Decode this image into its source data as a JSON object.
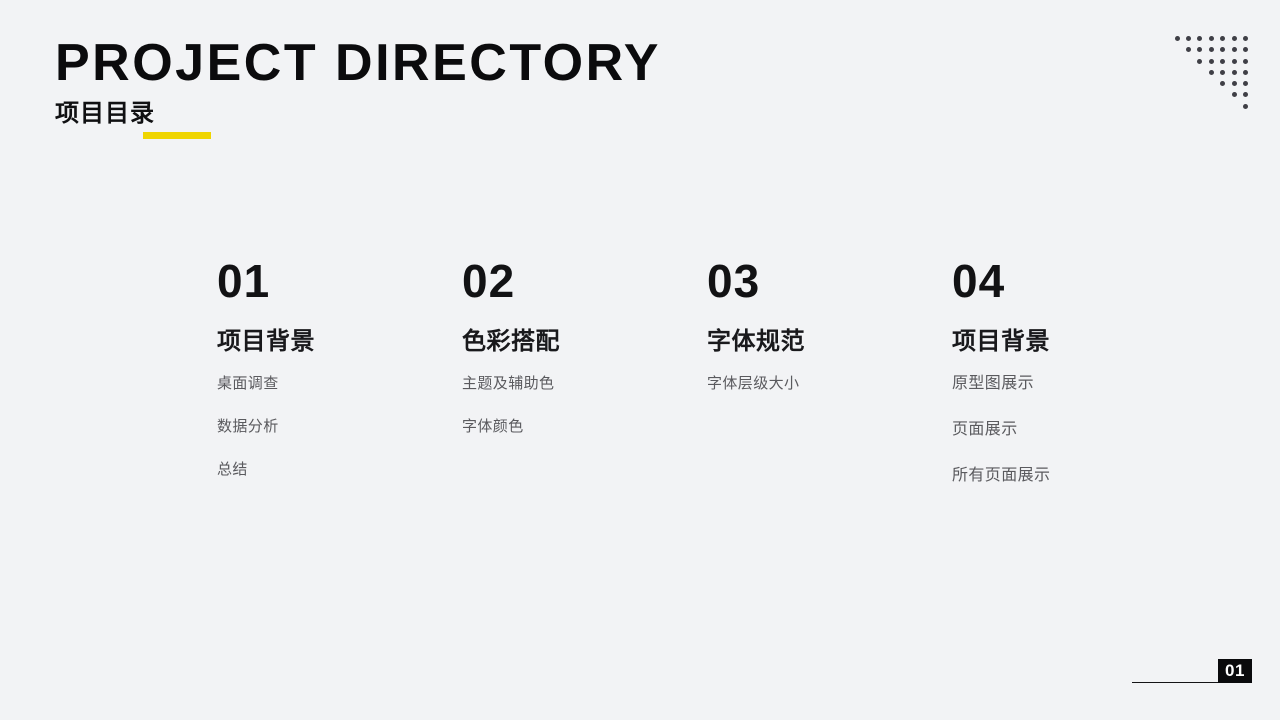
{
  "slide": {
    "background_color": "#f2f3f5",
    "accent_color": "#efd500"
  },
  "header": {
    "title_en": "PROJECT DIRECTORY",
    "title_cn": "项目目录"
  },
  "decoration": {
    "dots_rows": [
      7,
      6,
      5,
      4,
      3,
      2,
      1
    ],
    "dot_color": "#3f3f46"
  },
  "columns": [
    {
      "number": "01",
      "heading": "项目背景",
      "items": [
        "桌面调查",
        "数据分析",
        "总结"
      ]
    },
    {
      "number": "02",
      "heading": "色彩搭配",
      "items": [
        "主题及辅助色",
        "字体颜色"
      ]
    },
    {
      "number": "03",
      "heading": "字体规范",
      "items": [
        "字体层级大小"
      ]
    },
    {
      "number": "04",
      "heading": "项目背景",
      "items": [
        "原型图展示",
        "页面展示",
        "所有页面展示"
      ]
    }
  ],
  "footer": {
    "page_number": "01"
  }
}
